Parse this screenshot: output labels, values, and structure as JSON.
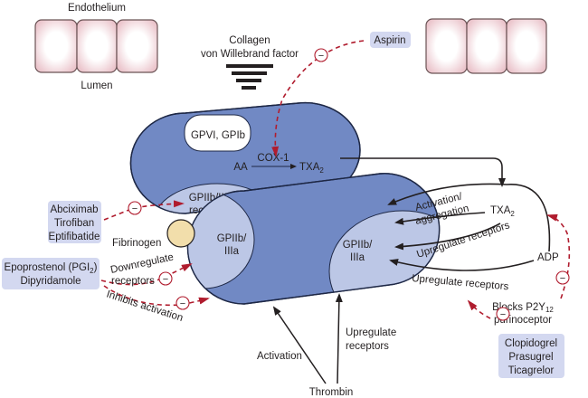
{
  "endothelium": {
    "top_label": "Endothelium",
    "bottom_label": "Lumen"
  },
  "stimulus": {
    "line1": "Collagen",
    "line2": "von Willebrand factor"
  },
  "platelet_top": {
    "receptor_label": "GPVI, GPIb",
    "enzyme_label": "COX-1",
    "substrate_label": "AA",
    "product_label": "TXA",
    "product_sub": "2",
    "gp_label_line1": "GPIIb/IIIa",
    "gp_label_line2": "receptors"
  },
  "platelet_bottom": {
    "left_gp_line1": "GPIIb/",
    "left_gp_line2": "IIIa",
    "right_gp_line1": "GPIIb/",
    "right_gp_line2": "IIIa"
  },
  "fibrinogen_label": "Fibrinogen",
  "drugs": {
    "aspirin": "Aspirin",
    "gp_inhibitors": [
      "Abciximab",
      "Tirofiban",
      "Eptifibatide"
    ],
    "pgi_line1": "Epoprostenol (PGI",
    "pgi_sub": "2",
    "pgi_line1_end": ")",
    "pgi_line2": "Dipyridamole",
    "p2y12": [
      "Clopidogrel",
      "Prasugrel",
      "Ticagrelor"
    ]
  },
  "mediators": {
    "txa_label": "TXA",
    "txa_sub": "2",
    "adp_label": "ADP",
    "thrombin_label": "Thrombin"
  },
  "pathway_labels": {
    "activation_aggregation_1": "Activation/",
    "activation_aggregation_2": "aggregation",
    "upregulate_txa": "Upregulate receptors",
    "upregulate_adp": "Upregulate receptors",
    "downregulate_1": "Downregulate",
    "downregulate_2": "receptors",
    "inhibits_activation": "Inhibits activation",
    "thrombin_activation": "Activation",
    "thrombin_upregulate_1": "Upregulate",
    "thrombin_upregulate_2": "receptors",
    "blocks_line1": "Blocks P2Y",
    "blocks_sub": "12",
    "blocks_line2": "purinoceptor"
  },
  "inhibition_symbol": "−",
  "colors": {
    "platelet": "#7189c4",
    "platelet_light": "#bcc7e6",
    "drug_box": "#d3d8f0",
    "fibrinogen": "#f2deab",
    "inhibit_red": "#b01c2e",
    "cell_border": "#6b5355"
  }
}
